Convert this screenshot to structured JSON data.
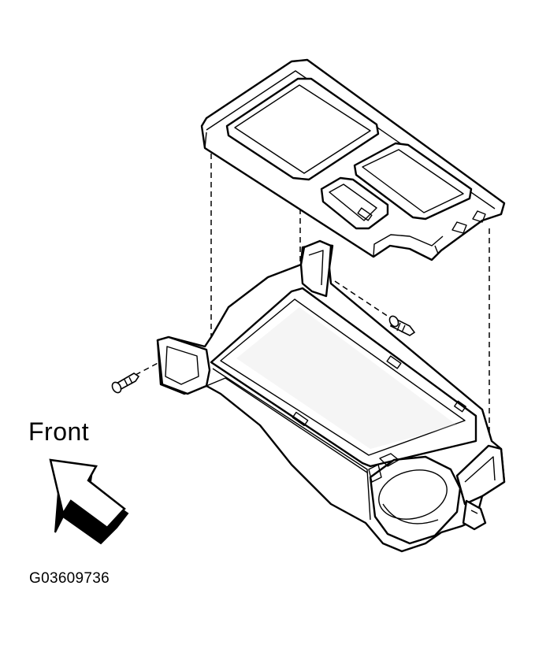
{
  "labels": {
    "direction": "Front",
    "figure_id": "G03609736"
  },
  "parts": [
    {
      "name": "console-top-trim-panel"
    },
    {
      "name": "console-base-tray"
    },
    {
      "name": "left-mounting-screw"
    },
    {
      "name": "right-mounting-screw"
    }
  ],
  "colors": {
    "line": "#000000",
    "fill": "#ffffff",
    "shade": "#d9d9d9"
  }
}
